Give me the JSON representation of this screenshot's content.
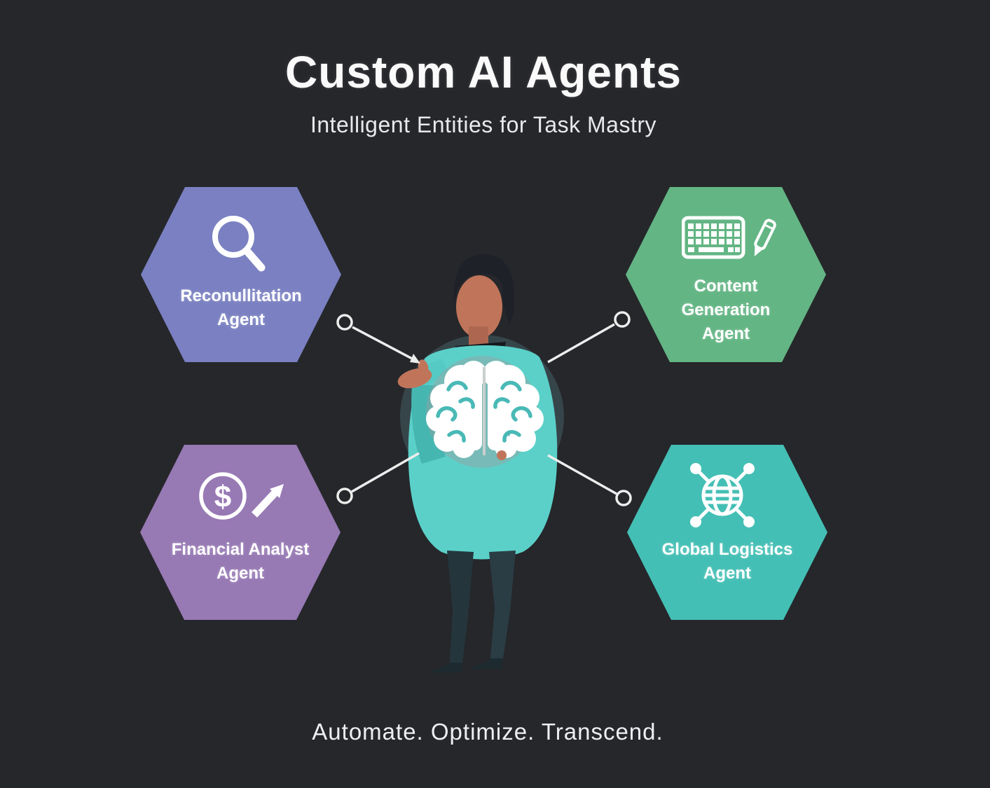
{
  "header": {
    "title": "Custom AI Agents",
    "subtitle": "Intelligent Entities for Task Mastry"
  },
  "agents": [
    {
      "position": "top-left",
      "icon": "magnifier-icon",
      "color": "#7a80c1",
      "label": "Reconullitation Agent",
      "lines": [
        "Reconullitation",
        "Agent"
      ]
    },
    {
      "position": "top-right",
      "icon": "keyboard-pencil-icon",
      "color": "#63b584",
      "label": "Content Generation Agent",
      "lines": [
        "Content",
        "Generation",
        "Agent"
      ]
    },
    {
      "position": "bottom-left",
      "icon": "dollar-growth-icon",
      "color": "#9779b4",
      "label": "Financial Analyst Agent",
      "lines": [
        "Financial Analyst",
        "Agent"
      ]
    },
    {
      "position": "bottom-right",
      "icon": "globe-network-icon",
      "color": "#44bfb5",
      "label": "Global Logistics Agent",
      "lines": [
        "Global Logistics",
        "Agent"
      ]
    }
  ],
  "icons": {
    "dollar_glyph": "$"
  },
  "center": {
    "illustration": "person-presenting-brain",
    "brain_icon": "brain-icon",
    "colors": {
      "glow_outer": "#36454a",
      "glow_inner": "#9aa0a1",
      "sweater": "#5bd0c9",
      "skin": "#c0755b",
      "hair": "#1e2228",
      "pants": "#24363c",
      "brain": "#ffffff",
      "brain_lines": "#49b9b6"
    }
  },
  "footer": {
    "tagline": "Automate. Optimize. Transcend."
  },
  "colors": {
    "background": "#26272b",
    "title_text": "#fafafa",
    "subtitle_text": "#e8e9eb",
    "tagline_text": "#edeff0",
    "hex_label_text": "#ffffff",
    "connector": "#ededed"
  }
}
